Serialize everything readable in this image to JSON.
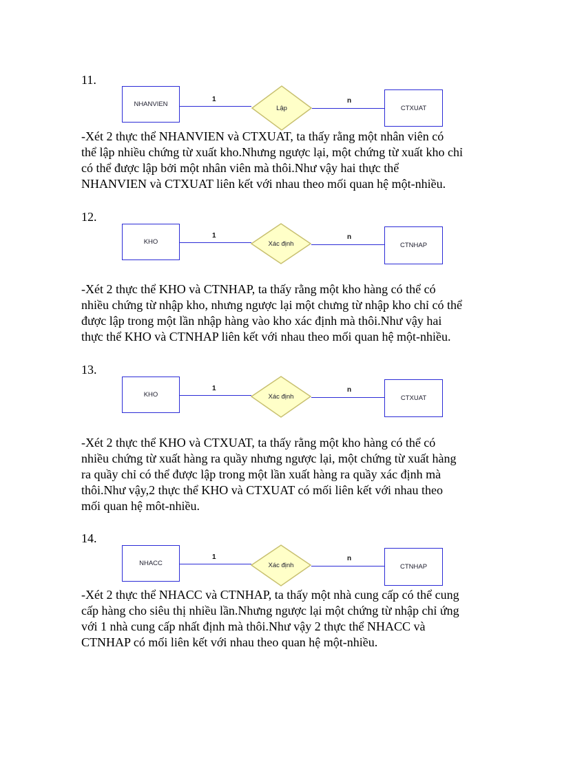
{
  "sections": [
    {
      "number": "11.",
      "diagram": {
        "left_entity": "NHANVIEN",
        "relationship": "Lập",
        "right_entity": "CTXUAT",
        "left_cardinality": "1",
        "right_cardinality": "n"
      },
      "paragraph_lines": [
        "-Xét 2 thực thể NHANVIEN  và CTXUAT, ta thấy rằng một nhân viên có",
        "thể lập nhiều chứng từ xuất kho.Nhưng ngược lại, một chứng từ xuất kho chỉ",
        "có thể được lập bởi một nhân viên mà thôi.Như vậy hai thực thể",
        "NHANVIEN  và CTXUAT liên kết với nhau theo mối quan hệ một-nhiều."
      ]
    },
    {
      "number": "12.",
      "diagram": {
        "left_entity": "KHO",
        "relationship": "Xác định",
        "right_entity": "CTNHAP",
        "left_cardinality": "1",
        "right_cardinality": "n"
      },
      "paragraph_lines": [
        "-Xét 2 thực thể KHO và CTNHAP, ta thấy rằng một kho hàng có thể có",
        "nhiều chứng từ nhập kho, nhưng ngược lại một chưng từ nhập kho chỉ có thể",
        "được lập trong một lần nhập hàng vào kho xác định mà thôi.Như vậy hai",
        "thực thể KHO và CTNHAP liên kết với nhau theo mối quan hệ một-nhiều."
      ]
    },
    {
      "number": "13.",
      "diagram": {
        "left_entity": "KHO",
        "relationship": "Xác định",
        "right_entity": "CTXUAT",
        "left_cardinality": "1",
        "right_cardinality": "n"
      },
      "paragraph_lines": [
        "-Xét 2 thực thể KHO và CTXUAT, ta thấy rằng một kho hàng có thể có",
        "nhiều chứng từ xuất hàng ra quầy nhưng ngược lại, một chứng từ xuất hàng",
        "ra quầy chỉ có thể được lập trong một lần xuất hàng ra quầy xác định mà",
        "thôi.Như vậy,2 thực thể KHO và CTXUAT có mối liên kết với nhau theo",
        "mối quan hệ môt-nhiều."
      ]
    },
    {
      "number": "14.",
      "diagram": {
        "left_entity": "NHACC",
        "relationship": "Xác định",
        "right_entity": "CTNHAP",
        "left_cardinality": "1",
        "right_cardinality": "n"
      },
      "paragraph_lines": [
        "-Xét 2 thực thể NHACC và CTNHAP, ta thấy một nhà cung cấp có thể cung",
        "cấp hàng cho siêu thị nhiều lần.Nhưng ngược lại một chứng từ nhập chỉ ứng",
        "với 1 nhà cung cấp nhất định mà thôi.Như vậy 2 thực thể NHACC và",
        "CTNHAP có mối liên kết với nhau theo quan hệ một-nhiều."
      ]
    }
  ],
  "colors": {
    "entity_border": "#2a2ad6",
    "connector_line": "#2a2ad6",
    "relationship_fill": "#ffffc8",
    "relationship_border": "#c8c070"
  }
}
